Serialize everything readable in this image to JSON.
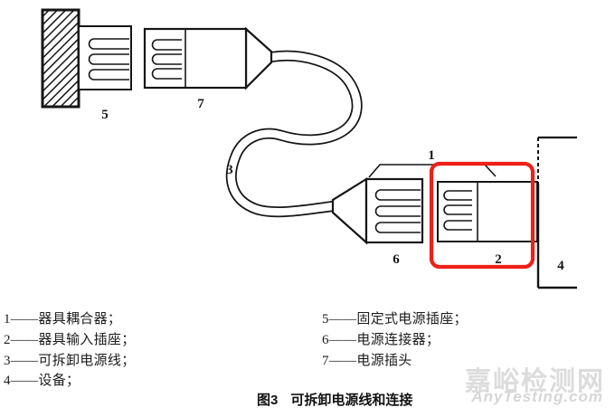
{
  "figure": {
    "caption_fig_no": "图3",
    "caption_title": "可拆卸电源线和连接"
  },
  "diagram": {
    "part_labels": {
      "coupler": "1",
      "inlet": "2",
      "cord": "3",
      "equipment": "4",
      "socket": "5",
      "connector": "6",
      "plug": "7"
    }
  },
  "legend": {
    "left": [
      "1——器具耦合器；",
      "2——器具输入插座；",
      "3——可拆卸电源线；",
      "4——设备；"
    ],
    "right": [
      "5——固定式电源插座；",
      "6——电源连接器；",
      "7——电源插头"
    ]
  },
  "watermark": {
    "cn": "嘉峪检测网",
    "en": "AnyTesting.com"
  },
  "colors": {
    "highlight_red": "#ee2017",
    "line_black": "#151515",
    "watermark_gray": "#dcdcdc"
  }
}
